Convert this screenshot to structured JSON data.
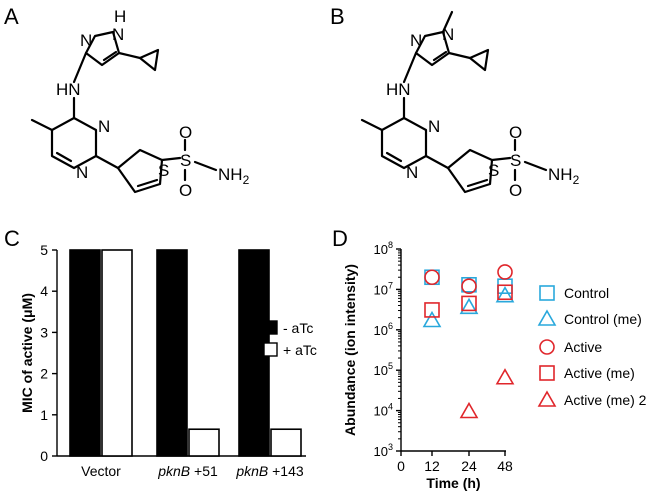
{
  "panels": {
    "A": "A",
    "B": "B",
    "C": "C",
    "D": "D"
  },
  "molecule_labels": {
    "nh_top": "NH",
    "h": "H",
    "n": "N",
    "hn": "HN",
    "s": "S",
    "o": "O",
    "nh2": "NH",
    "sub2": "2"
  },
  "chart_data": [
    {
      "type": "bar",
      "panel": "C",
      "ylabel": "MIC of active (μM)",
      "ylim": [
        0,
        5
      ],
      "yticks": [
        0,
        1,
        2,
        3,
        4,
        5
      ],
      "categories": [
        {
          "label": "Vector",
          "gene": "",
          "suffix": ""
        },
        {
          "label": "",
          "gene": "pknB",
          "suffix": " +51"
        },
        {
          "label": "",
          "gene": "pknB",
          "suffix": " +143"
        }
      ],
      "series": [
        {
          "name": "- aTc",
          "fill": "#000000",
          "values": [
            5,
            5,
            5
          ]
        },
        {
          "name": "+ aTc",
          "fill": "#ffffff",
          "values": [
            5,
            0.65,
            0.65
          ]
        }
      ],
      "legend_position": "right"
    },
    {
      "type": "scatter",
      "panel": "D",
      "ylabel": "Abundance (ion intensity)",
      "xlabel": "Time (h)",
      "yscale": "log",
      "ylim_exp": [
        3,
        8
      ],
      "yticks_exp": [
        3,
        4,
        5,
        6,
        7,
        8
      ],
      "xlim": [
        0,
        55
      ],
      "xticks": [
        0,
        12,
        24,
        48
      ],
      "xtick_positions": [
        0,
        1,
        2,
        3
      ],
      "series": [
        {
          "name": "Control",
          "marker": "square",
          "color": "#29a8dc",
          "points": [
            [
              12,
              20000000
            ],
            [
              24,
              13000000
            ],
            [
              48,
              12000000
            ]
          ]
        },
        {
          "name": "Control (me)",
          "marker": "triangle",
          "color": "#29a8dc",
          "points": [
            [
              12,
              1700000
            ],
            [
              24,
              3600000
            ],
            [
              48,
              7000000
            ]
          ]
        },
        {
          "name": "Active",
          "marker": "circle",
          "color": "#e0262b",
          "points": [
            [
              12,
              20000000
            ],
            [
              24,
              12000000
            ],
            [
              48,
              27000000
            ]
          ]
        },
        {
          "name": "Active (me)",
          "marker": "square",
          "color": "#e0262b",
          "points": [
            [
              12,
              3100000
            ],
            [
              24,
              4500000
            ],
            [
              48,
              8500000
            ]
          ]
        },
        {
          "name": "Active (me) 2",
          "marker": "triangle",
          "color": "#e0262b",
          "points": [
            [
              24,
              9500
            ],
            [
              48,
              65000
            ]
          ]
        }
      ],
      "legend_position": "right"
    }
  ]
}
